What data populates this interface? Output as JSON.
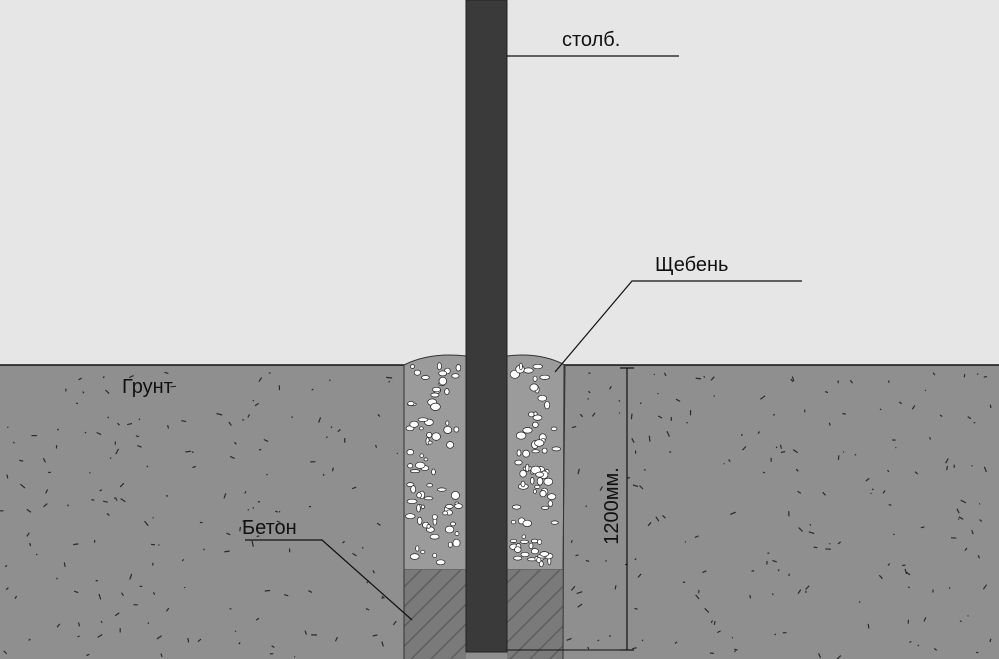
{
  "labels": {
    "post": "столб.",
    "gravel": "Щебень",
    "soil": "Грунт",
    "concrete": "Бетон",
    "depth": "1200мм."
  },
  "colors": {
    "sky": "#e6e6e6",
    "soil": "#8f8f8f",
    "soil_speckle": "#2a2a2a",
    "gravel_bg": "#9b9b9b",
    "gravel_stone": "#ffffff",
    "concrete": "#7a7a7a",
    "concrete_hatch": "#5e5e5e",
    "post": "#3a3a3a",
    "line": "#111111"
  }
}
